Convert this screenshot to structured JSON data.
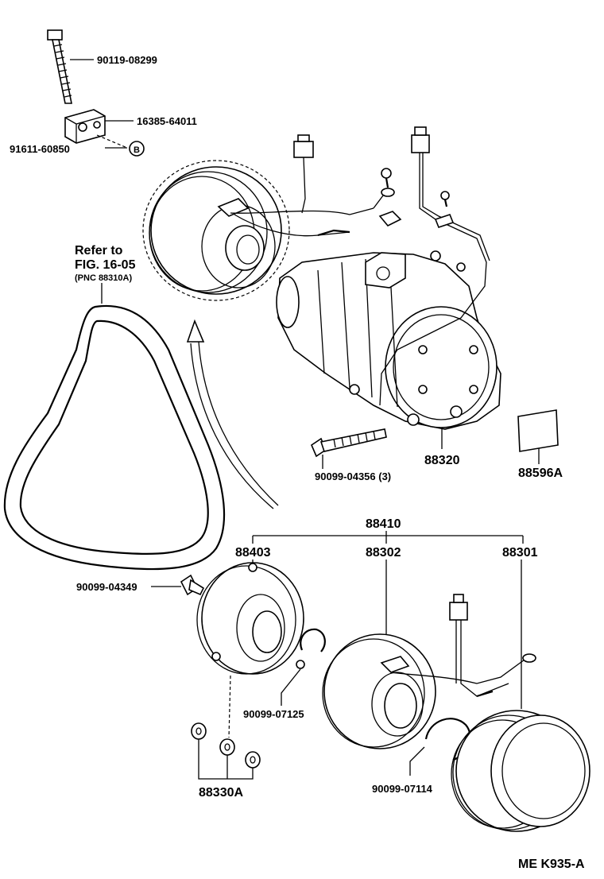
{
  "parts": {
    "bolt_top": "90119-08299",
    "bracket": "16385-64011",
    "nut": "91611-60850",
    "nut_marker": "B",
    "compressor": "88320",
    "label_plate": "88596A",
    "compressor_bolt": "90099-04356 (3)",
    "clutch_assy": "88410",
    "clutch_hub": "88403",
    "stator": "88302",
    "pulley": "88301",
    "hub_bolt": "90099-04349",
    "snap_ring_1": "90099-07125",
    "snap_ring_2": "90099-07114",
    "shims": "88330A"
  },
  "belt_ref": {
    "line1": "Refer to",
    "line2": "FIG. 16-05",
    "line3": "(PNC 88310A)"
  },
  "footer": {
    "code": "ME K935-A"
  }
}
